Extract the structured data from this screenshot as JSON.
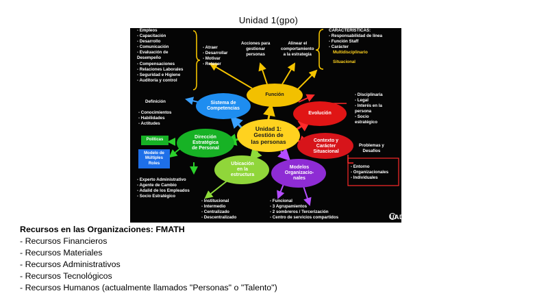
{
  "title": "Unidad 1(gpo)",
  "diagram": {
    "top_left_list": [
      "- Empleos",
      "- Capacitación",
      "- Desarrollo",
      "- Comunicación",
      "- Evaluación de",
      "  Desempeño",
      "- Compensaciones",
      "- Relaciones Laborales",
      "- Seguridad e Higiene",
      "- Auditoría y control"
    ],
    "actions_list": [
      "- Atraer",
      "- Desarrollar",
      "- Motivar",
      "- Retener"
    ],
    "actions_title": [
      "Acciones para",
      "gestionar",
      "personas"
    ],
    "align_title": [
      "Alinear el",
      "comportamiento",
      "a la estrategia"
    ],
    "characteristics": {
      "title": "CARACTERÍSTICAS:",
      "lines": [
        "- Responsabilidad de línea",
        "- Función Staff",
        "- Carácter"
      ],
      "highlight": [
        "Multidisciplinario",
        "Situacional"
      ]
    },
    "funcion": "Función",
    "definicion": "Definición",
    "competencias": [
      "Sistema de",
      "Competencias"
    ],
    "competencias_list": [
      "- Conocimientos",
      "- Habilidades",
      "- Actitudes"
    ],
    "evolucion": "Evolución",
    "evolucion_list": [
      "- Disciplinaria",
      "- Legal",
      "- Interés en la",
      "  persona",
      "- Socio",
      "  estratégico"
    ],
    "center": [
      "Unidad 1:",
      "Gestión de",
      "las personas"
    ],
    "direccion": [
      "Dirección",
      "Estratégica",
      "de Personal"
    ],
    "politicas": "Políticas",
    "roles": [
      "Modelo de",
      "Múltiples",
      "Roles"
    ],
    "contexto": [
      "Contexto y",
      "Carácter",
      "Situacional"
    ],
    "problemas": [
      "Problemas y",
      "Desafíos"
    ],
    "contexto_list": [
      "- Entorno",
      "- Organizacionales",
      "- Individuales"
    ],
    "ubicacion": [
      "Ubicación",
      "en la",
      "estructura"
    ],
    "modelos": [
      "Modelos",
      "Organizacio-",
      "nales"
    ],
    "roles_list": [
      "- Experto Administrativo",
      "- Agente de Cambio",
      "- Adalid de los Empleados",
      "- Socio Estratégico"
    ],
    "ubicacion_list": [
      "- Institucional",
      "- Intermedio",
      "- Centralizado",
      "- Descentralizado"
    ],
    "modelos_list": [
      "- Funcional",
      "- 3 Agrupamientos",
      "- 2 sombreros       / Tercerización",
      "- Centro de servicios compartidos"
    ],
    "logo": "UADE"
  },
  "resources": {
    "title": "Recursos en las Organizaciones: FMATH",
    "items": [
      "- Recursos Financieros",
      "- Recursos Materiales",
      "- Recursos Administrativos",
      "- Recursos Tecnológicos",
      "- Recursos Humanos (actualmente llamados \"Personas\" o \"Talento\")"
    ]
  }
}
